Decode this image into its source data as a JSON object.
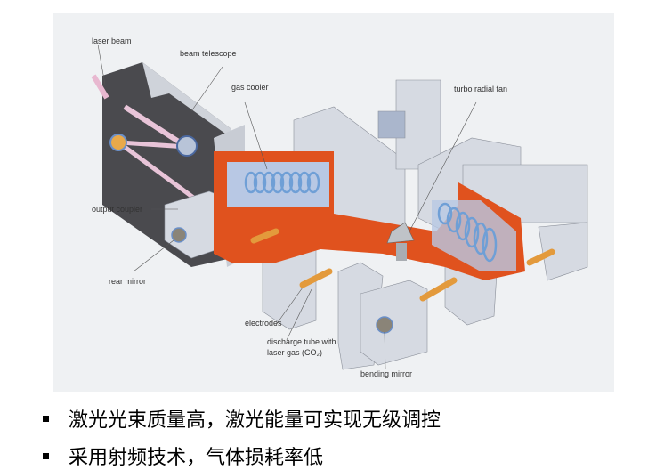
{
  "figure": {
    "labels": {
      "laser_beam": "laser beam",
      "beam_telescope": "beam telescope",
      "gas_cooler": "gas cooler",
      "turbo_radial_fan": "turbo radial fan",
      "output_coupler": "output coupler",
      "rear_mirror": "rear mirror",
      "electrodes": "electrodes",
      "discharge_tube_1": "discharge tube with",
      "discharge_tube_2": "laser gas (CO₂)",
      "bending_mirror": "bending mirror"
    },
    "colors": {
      "chamber": "#e0521e",
      "coil": "#7aa6d8",
      "block": "#d8dce4",
      "tube": "#e39a3c"
    }
  },
  "bullets": [
    "激光光束质量高，激光能量可实现无级调控",
    "采用射频技术，气体损耗率低"
  ]
}
